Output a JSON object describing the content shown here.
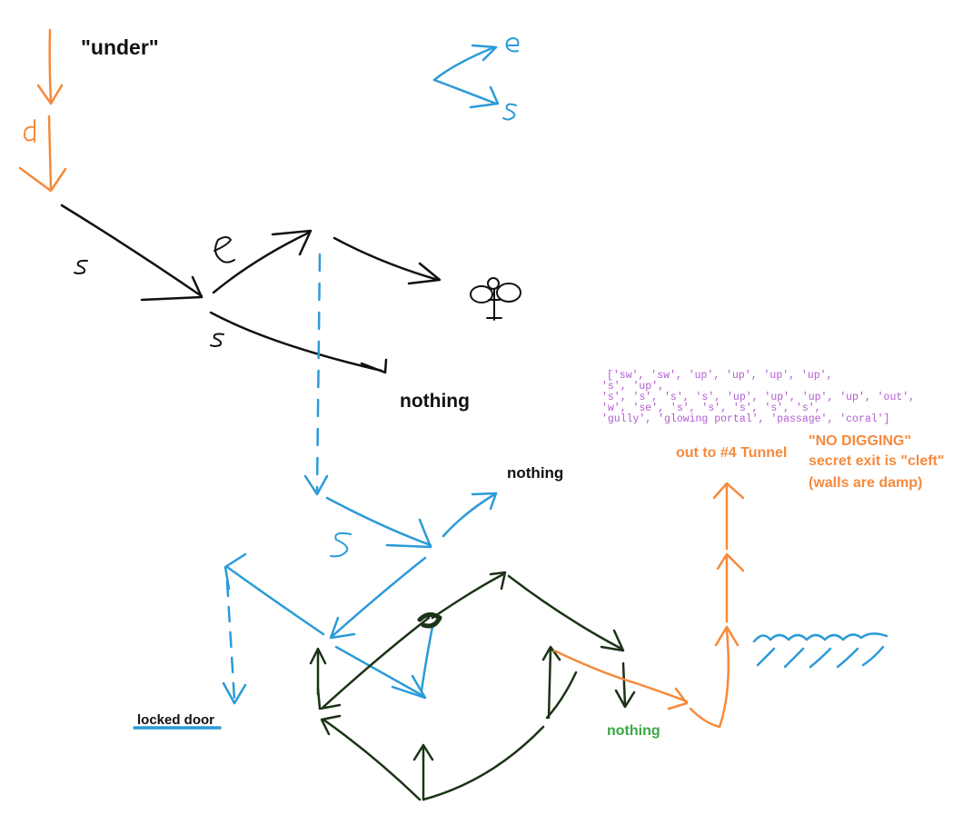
{
  "labels": {
    "under": "\"under\"",
    "nothing_1": "nothing",
    "nothing_2": "nothing",
    "nothing_3": "nothing",
    "locked_door": "locked door",
    "out_to_tunnel": "out to #4 Tunnel",
    "no_digging_1": "\"NO DIGGING\"",
    "no_digging_2": "secret exit is \"cleft\"",
    "no_digging_3": "(walls are damp)"
  },
  "direction_letters": {
    "d": "d",
    "s1": "s",
    "e1": "e",
    "s2": "s",
    "s3": "S",
    "legend_e": "e",
    "legend_s": "s"
  },
  "command_list": [
    "['sw', 'sw', 'up', 'up', 'up', 'up',",
    "'s', 'up',",
    "'s', 's', 's', 's', 'up', 'up', 'up', 'up', 'out',",
    "'w', 'se', 's', 's', 's', 's', 's',",
    "'gully', 'glowing portal', 'passage', 'coral']"
  ],
  "colors": {
    "orange": "#f58a3c",
    "blue": "#2b9bd8",
    "black": "#111111",
    "dark_green": "#1b3316",
    "green": "#3aa845",
    "purple": "#b15bd1"
  }
}
